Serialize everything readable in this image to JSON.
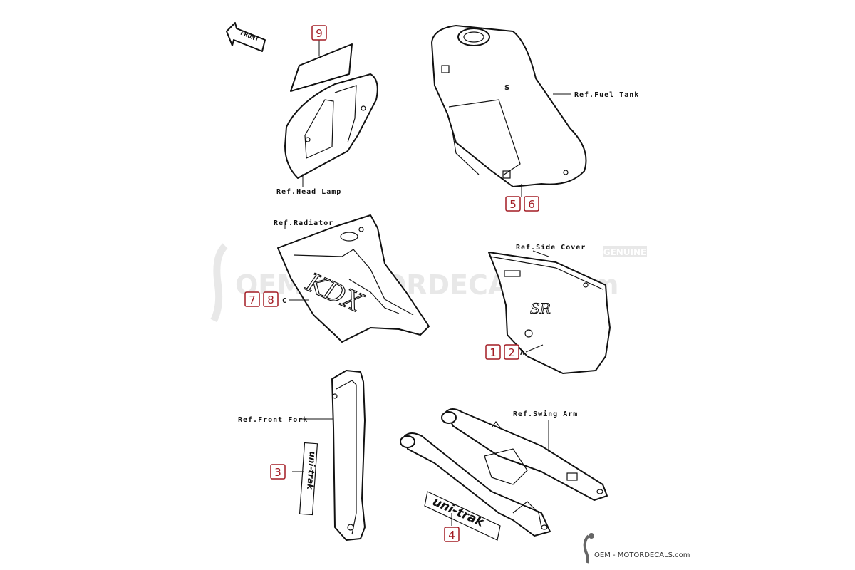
{
  "front_label": "FRONT",
  "references": {
    "head_lamp": "Ref.Head Lamp",
    "fuel_tank": "Ref.Fuel Tank",
    "radiator": "Ref.Radiator",
    "side_cover": "Ref.Side Cover",
    "front_fork": "Ref.Front Fork",
    "swing_arm": "Ref.Swing Arm"
  },
  "callouts": {
    "c9": "9",
    "c5": "5",
    "c6": "6",
    "c7": "7",
    "c8": "8",
    "c1": "1",
    "c2": "2",
    "c3": "3",
    "c4": "4"
  },
  "point_labels": {
    "radiator_point": "C",
    "side_cover_point": "A"
  },
  "decal_text": {
    "side_cover": "SR",
    "radiator": "KDX",
    "swing_arm": "uni-trak",
    "fork": "uni-trak"
  },
  "watermark": {
    "main": "OEM-MOTORDECALS.com",
    "badge": "GENUINE"
  },
  "footer": "OEM - MOTORDECALS.com",
  "colors": {
    "accent": "#a31c24",
    "line": "#111111",
    "watermark": "#e8e8e8"
  }
}
